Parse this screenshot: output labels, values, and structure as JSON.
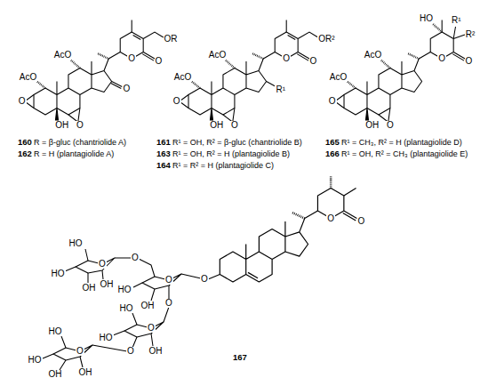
{
  "diagram": {
    "labels": [
      "OR",
      "O",
      "O",
      "AcO",
      "O",
      "AcO",
      "O",
      "OH",
      "O",
      "OR²",
      "O",
      "O",
      "AcO",
      "R¹",
      "AcO",
      "O",
      "OH",
      "O",
      "HO",
      "R¹",
      "R²",
      "O",
      "O",
      "AcO",
      "AcO",
      "O",
      "OH",
      "O",
      "160",
      "R = β-gluc (chantriolide A)",
      "162",
      "R = H (plantagiolide A)",
      "161",
      "R¹ = OH, R² = β-gluc (chantriolide B)",
      "163",
      "R¹ = OH, R² = H (plantagiolide B)",
      "164",
      "R¹ = R² = H (plantagiolide C)",
      "165",
      "R¹ = CH₃, R² = H (plantagiolide D)",
      "166",
      "R¹ = OH, R² = CH₃ (plantagiolide E)",
      "O",
      "O",
      "O",
      "O",
      "O",
      "O",
      "OH",
      "HO",
      "O",
      "HO",
      "HO",
      "OH",
      "OH",
      "O",
      "HO",
      "OH",
      "O",
      "HO",
      "O",
      "HO",
      "HO",
      "OH",
      "OH",
      "167"
    ]
  }
}
